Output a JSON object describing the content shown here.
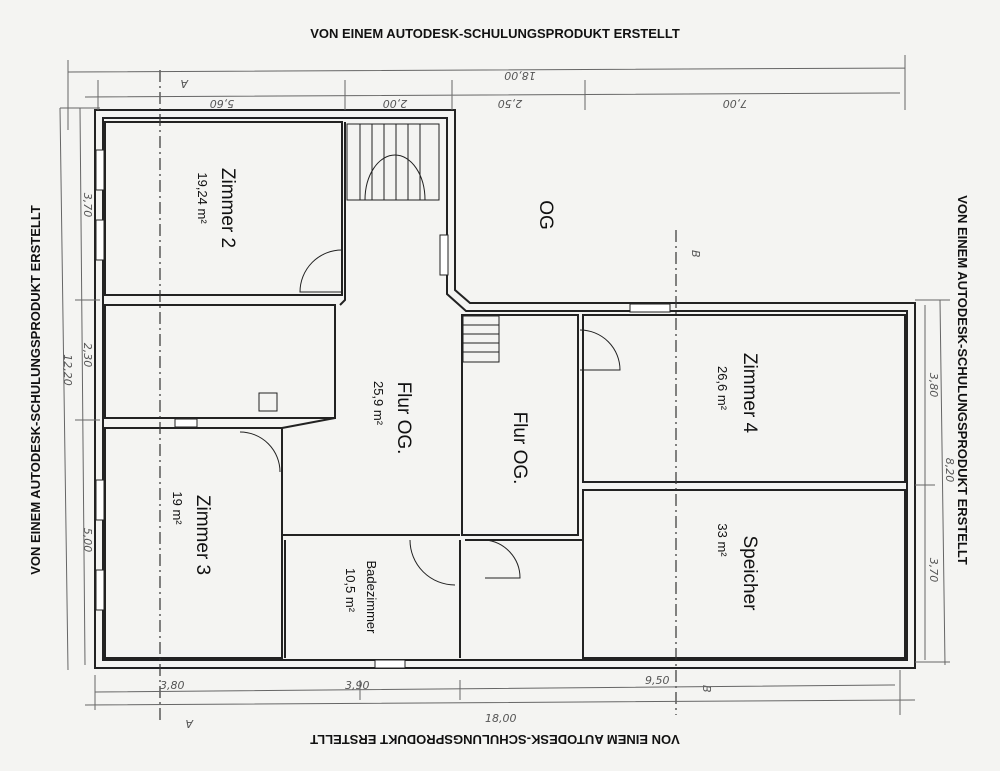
{
  "watermark": "VON EINEM AUTODESK-SCHULUNGSPRODUKT ERSTELLT",
  "floor_label": "OG",
  "rooms": [
    {
      "name": "Zimmer 2",
      "area": "19,24 m²"
    },
    {
      "name": "Zimmer 3",
      "area": "19 m²"
    },
    {
      "name": "Flur OG.",
      "area": "25,9 m²"
    },
    {
      "name": "Flur OG.",
      "area": ""
    },
    {
      "name": "Badezimmer",
      "area": "10,5 m²"
    },
    {
      "name": "Zimmer 4",
      "area": "26,6 m²"
    },
    {
      "name": "Speicher",
      "area": "33 m²"
    }
  ],
  "dimensions": {
    "top_total": "18,00",
    "top": [
      "5,60",
      "2,00",
      "2,50",
      "7,00"
    ],
    "bottom_total": "18,00",
    "bottom": [
      "3,80",
      "3,90",
      "9,50"
    ],
    "left_total": "12,20",
    "left": [
      "3,70",
      "2,30",
      "5,00"
    ],
    "right_total": "8,20",
    "right": [
      "3,80",
      "3,70"
    ]
  },
  "sections": {
    "a": "A",
    "b": "B"
  }
}
